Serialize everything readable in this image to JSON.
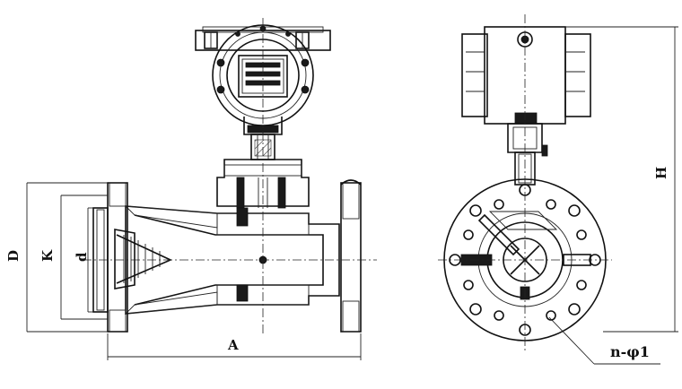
{
  "labels": {
    "A": "A",
    "D": "D",
    "K": "K",
    "d": "d",
    "H": "H",
    "holes": "n-φ1"
  }
}
